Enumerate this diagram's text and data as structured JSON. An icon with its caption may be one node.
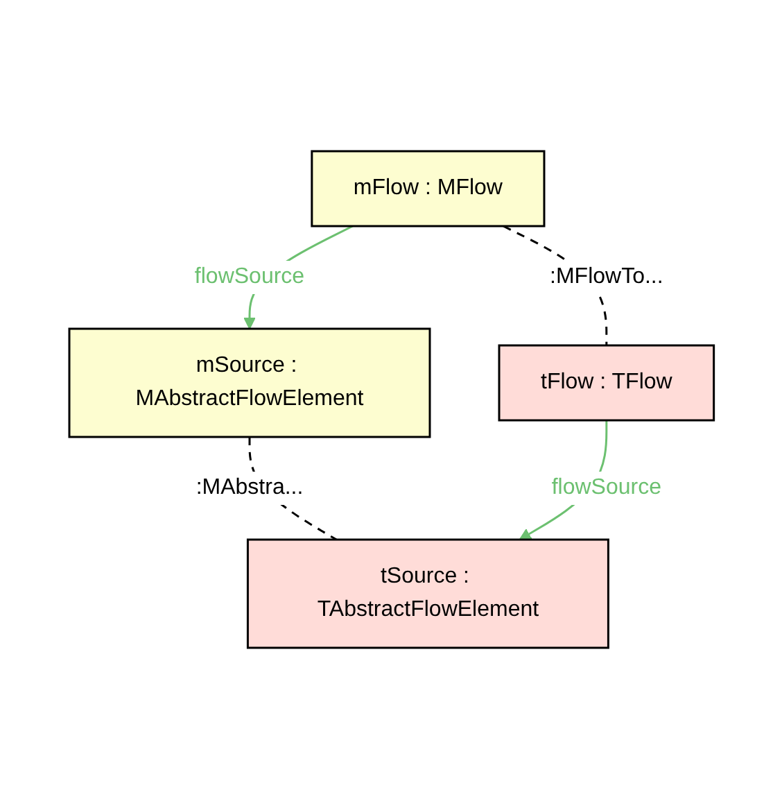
{
  "diagram": {
    "nodes": [
      {
        "text": [
          "mFlow : MFlow"
        ]
      },
      {
        "text": [
          "mSource : MAbstractFlowElement"
        ]
      },
      {
        "text": [
          "tFlow : TFlow"
        ]
      },
      {
        "text": [
          "tSource : TAbstractFlowElement"
        ]
      }
    ],
    "edges": [
      {
        "from": 0,
        "to": 1,
        "arrow": "to",
        "label": "flowSource",
        "color": "#6cc070"
      },
      {
        "from": 0,
        "to": 2,
        "arrow": "none",
        "label": ":MFlowTo...",
        "style": "dashed",
        "color": "#000000"
      },
      {
        "from": 1,
        "to": 3,
        "arrow": "none",
        "label": ":MAbstra...",
        "style": "dashed",
        "color": "#000000"
      },
      {
        "from": 2,
        "to": 3,
        "arrow": "to",
        "label": "flowSource",
        "color": "#6cc070"
      }
    ]
  }
}
